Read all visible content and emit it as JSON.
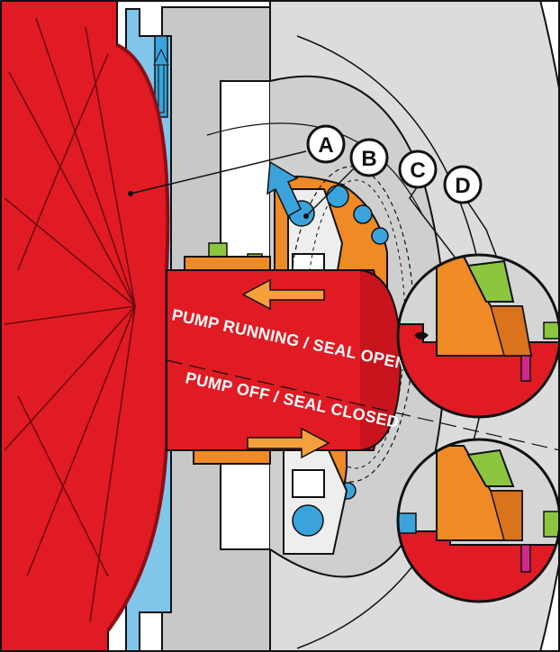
{
  "callouts": [
    {
      "letter": "A"
    },
    {
      "letter": "B"
    },
    {
      "letter": "C"
    },
    {
      "letter": "D"
    }
  ],
  "labels": {
    "running": "PUMP RUNNING / SEAL OPEN",
    "off": "PUMP OFF / SEAL CLOSED"
  },
  "colors": {
    "impeller_red": "#e01b24",
    "seal_orange": "#f08a24",
    "gasket_green": "#8cc63f",
    "flow_blue": "#3ba3dc",
    "housing_gray": "#c8c8c8",
    "outer_gray": "#dcdcdc",
    "outline": "#111111"
  },
  "icons": [
    "up-arrow-icon",
    "flow-arrow-icon",
    "ball-bearing-icon"
  ]
}
